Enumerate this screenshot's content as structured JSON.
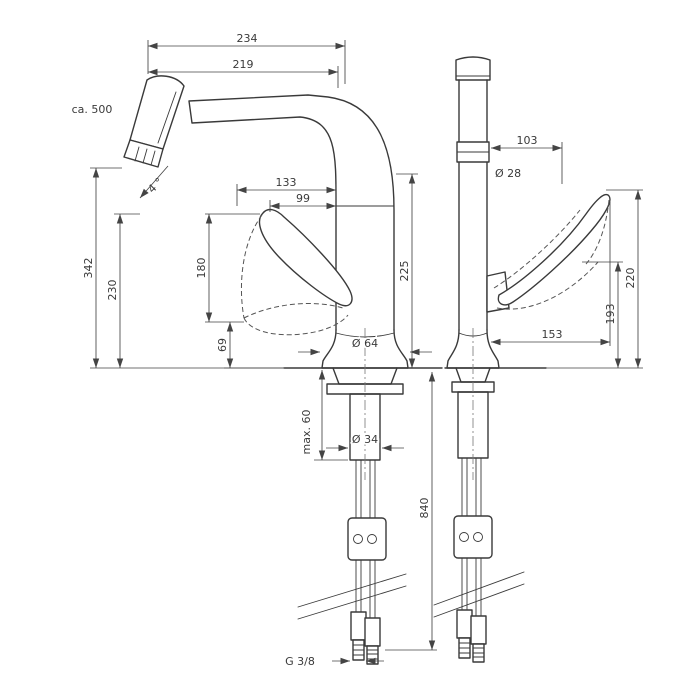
{
  "colors": {
    "ink": "#3a3a3a",
    "dim_lines": "#444444",
    "background": "#ffffff"
  },
  "dims": {
    "side": {
      "w234": "234",
      "w219": "219",
      "pullout": "ca. 500",
      "angle": "4 °",
      "h342": "342",
      "h230": "230",
      "w133": "133",
      "w99": "99",
      "h180": "180",
      "h69": "69",
      "h225": "225",
      "d64": "Ø 64",
      "max60": "max. 60",
      "d34": "Ø 34",
      "h840": "840",
      "thread": "G 3/8"
    },
    "front": {
      "w103": "103",
      "d28": "Ø 28",
      "h220": "220",
      "h193": "193",
      "w153": "153"
    }
  }
}
